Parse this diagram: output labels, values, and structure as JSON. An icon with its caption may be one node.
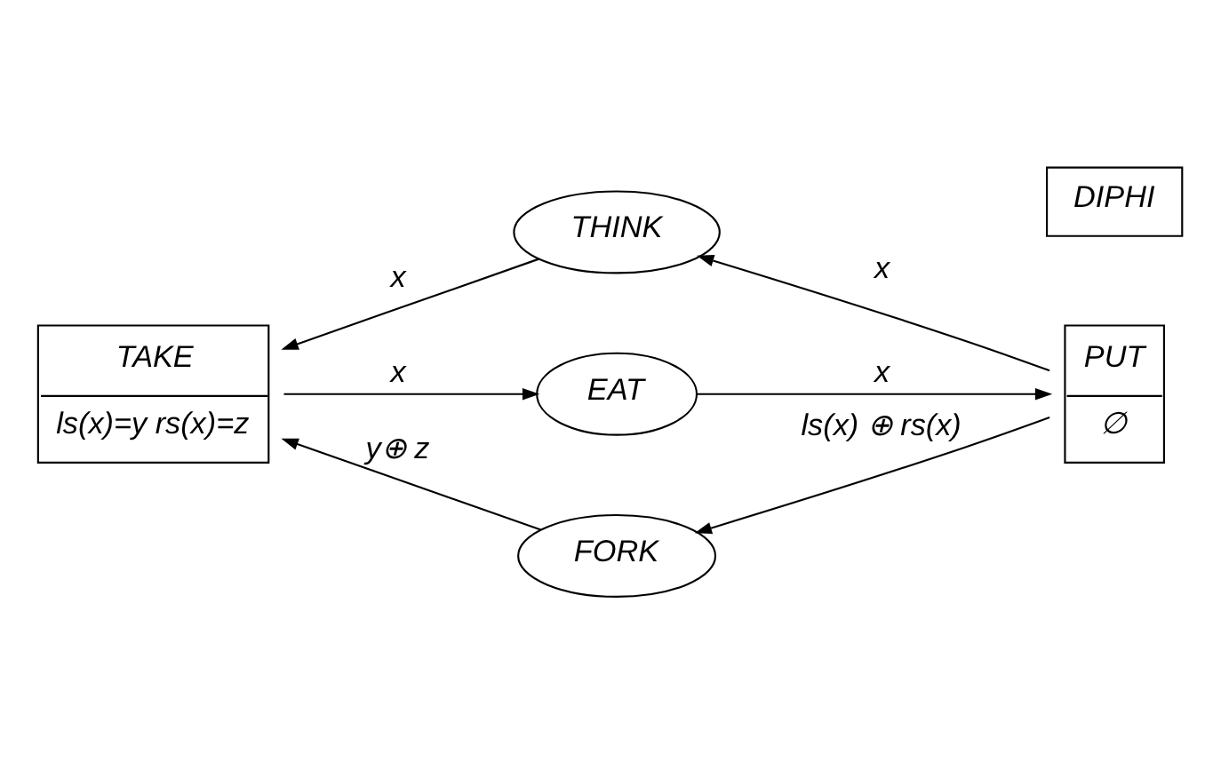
{
  "diagram": {
    "nodes": [
      {
        "text": [
          "THINK"
        ]
      },
      {
        "text": [
          "TAKE",
          "ls(x)=y rs(x)=z"
        ]
      },
      {
        "text": [
          "EAT"
        ]
      },
      {
        "text": [
          "PUT",
          "∅"
        ]
      },
      {
        "text": [
          "FORK"
        ]
      },
      {
        "text": [
          "DIPHI"
        ]
      }
    ],
    "edges": [
      {
        "from": 0,
        "to": 1,
        "arrow": "to",
        "label": "x"
      },
      {
        "from": 1,
        "to": 2,
        "arrow": "to",
        "label": "x"
      },
      {
        "from": 2,
        "to": 3,
        "arrow": "to",
        "label": "x"
      },
      {
        "from": 3,
        "to": 0,
        "arrow": "to",
        "label": "x"
      },
      {
        "from": 3,
        "to": 4,
        "arrow": "to",
        "label": "ls(x) ⊕ rs(x)"
      },
      {
        "from": 4,
        "to": 1,
        "arrow": "to",
        "label": "y⊕ z"
      }
    ]
  }
}
